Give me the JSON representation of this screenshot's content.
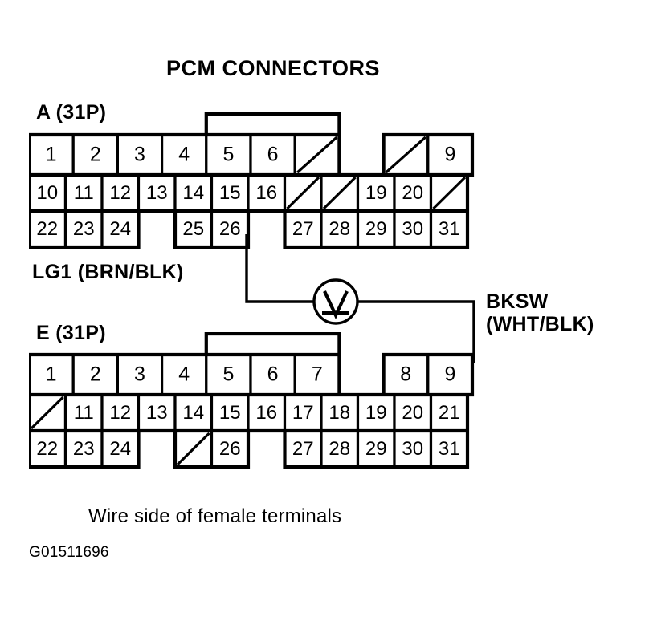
{
  "title": "PCM CONNECTORS",
  "caption": "Wire side of female terminals",
  "figure_code": "G01511696",
  "colors": {
    "ink": "#000000",
    "background": "#ffffff"
  },
  "labels": {
    "connector_a": "A (31P)",
    "connector_e": "E (31P)",
    "lg1": "LG1 (BRN/BLK)",
    "bksw_line1": "BKSW",
    "bksw_line2": "(WHT/BLK)"
  },
  "meter": {
    "symbol": "V",
    "name": "voltmeter"
  },
  "connectors": [
    {
      "id": "A",
      "label": "A (31P)",
      "pin_count": "31P",
      "rows": [
        {
          "row": 1,
          "cells": [
            {
              "label": "1",
              "state": "pin"
            },
            {
              "label": "2",
              "state": "pin"
            },
            {
              "label": "3",
              "state": "pin"
            },
            {
              "label": "4",
              "state": "pin"
            },
            {
              "label": "5",
              "state": "pin"
            },
            {
              "label": "6",
              "state": "pin"
            },
            {
              "label": "",
              "state": "blank"
            },
            {
              "label": "",
              "state": "gap"
            },
            {
              "label": "",
              "state": "blank"
            },
            {
              "label": "9",
              "state": "pin"
            }
          ]
        },
        {
          "row": 2,
          "cells": [
            {
              "label": "10",
              "state": "pin"
            },
            {
              "label": "11",
              "state": "pin"
            },
            {
              "label": "12",
              "state": "pin"
            },
            {
              "label": "13",
              "state": "pin"
            },
            {
              "label": "14",
              "state": "pin"
            },
            {
              "label": "15",
              "state": "pin"
            },
            {
              "label": "16",
              "state": "pin"
            },
            {
              "label": "",
              "state": "blank"
            },
            {
              "label": "",
              "state": "blank"
            },
            {
              "label": "19",
              "state": "pin"
            },
            {
              "label": "20",
              "state": "pin"
            },
            {
              "label": "",
              "state": "blank"
            }
          ]
        },
        {
          "row": 3,
          "cells": [
            {
              "label": "22",
              "state": "pin"
            },
            {
              "label": "23",
              "state": "pin"
            },
            {
              "label": "24",
              "state": "pin"
            },
            {
              "label": "",
              "state": "gap"
            },
            {
              "label": "25",
              "state": "pin"
            },
            {
              "label": "26",
              "state": "pin"
            },
            {
              "label": "",
              "state": "gap"
            },
            {
              "label": "27",
              "state": "pin"
            },
            {
              "label": "28",
              "state": "pin"
            },
            {
              "label": "29",
              "state": "pin"
            },
            {
              "label": "30",
              "state": "pin"
            },
            {
              "label": "31",
              "state": "pin"
            }
          ]
        }
      ]
    },
    {
      "id": "E",
      "label": "E (31P)",
      "pin_count": "31P",
      "rows": [
        {
          "row": 1,
          "cells": [
            {
              "label": "1",
              "state": "pin"
            },
            {
              "label": "2",
              "state": "pin"
            },
            {
              "label": "3",
              "state": "pin"
            },
            {
              "label": "4",
              "state": "pin"
            },
            {
              "label": "5",
              "state": "pin"
            },
            {
              "label": "6",
              "state": "pin"
            },
            {
              "label": "7",
              "state": "pin"
            },
            {
              "label": "",
              "state": "gap"
            },
            {
              "label": "8",
              "state": "pin"
            },
            {
              "label": "9",
              "state": "pin"
            }
          ]
        },
        {
          "row": 2,
          "cells": [
            {
              "label": "",
              "state": "blank"
            },
            {
              "label": "11",
              "state": "pin"
            },
            {
              "label": "12",
              "state": "pin"
            },
            {
              "label": "13",
              "state": "pin"
            },
            {
              "label": "14",
              "state": "pin"
            },
            {
              "label": "15",
              "state": "pin"
            },
            {
              "label": "16",
              "state": "pin"
            },
            {
              "label": "17",
              "state": "pin"
            },
            {
              "label": "18",
              "state": "pin"
            },
            {
              "label": "19",
              "state": "pin"
            },
            {
              "label": "20",
              "state": "pin"
            },
            {
              "label": "21",
              "state": "pin"
            }
          ]
        },
        {
          "row": 3,
          "cells": [
            {
              "label": "22",
              "state": "pin"
            },
            {
              "label": "23",
              "state": "pin"
            },
            {
              "label": "24",
              "state": "pin"
            },
            {
              "label": "",
              "state": "gap"
            },
            {
              "label": "",
              "state": "blank"
            },
            {
              "label": "26",
              "state": "pin"
            },
            {
              "label": "",
              "state": "gap"
            },
            {
              "label": "27",
              "state": "pin"
            },
            {
              "label": "28",
              "state": "pin"
            },
            {
              "label": "29",
              "state": "pin"
            },
            {
              "label": "30",
              "state": "pin"
            },
            {
              "label": "31",
              "state": "pin"
            }
          ]
        }
      ]
    }
  ],
  "wires": [
    {
      "name": "lg1-wire",
      "from": "A-26",
      "to": "voltmeter-left",
      "label": "LG1 (BRN/BLK)"
    },
    {
      "name": "bksw-wire",
      "from": "voltmeter-right",
      "to": "E-9",
      "label": "BKSW (WHT/BLK)"
    }
  ]
}
